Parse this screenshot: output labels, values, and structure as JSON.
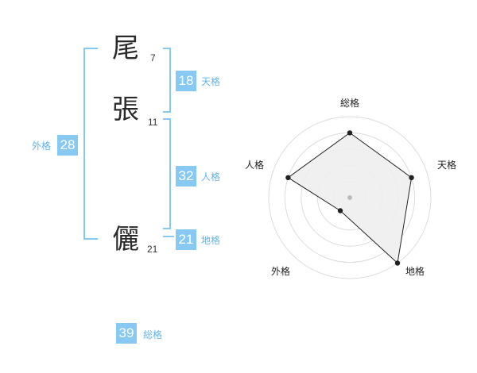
{
  "name": {
    "chars": [
      {
        "char": "尾",
        "strokes": "7"
      },
      {
        "char": "張",
        "strokes": "11"
      },
      {
        "char": "儷",
        "strokes": "21"
      }
    ]
  },
  "fortune": {
    "tenkaku": {
      "label": "天格",
      "value": "18"
    },
    "jinkaku": {
      "label": "人格",
      "value": "32"
    },
    "chikaku": {
      "label": "地格",
      "value": "21"
    },
    "gaikaku": {
      "label": "外格",
      "value": "28"
    },
    "soukaku": {
      "label": "総格",
      "value": "39"
    }
  },
  "chart_data": {
    "type": "radar",
    "axes": [
      "総格",
      "天格",
      "地格",
      "外格",
      "人格"
    ],
    "values": [
      4,
      4,
      5,
      1,
      4
    ],
    "rmax": 5,
    "rings": 5,
    "colors": {
      "ring": "#dddddd",
      "fill": "#eeeeee",
      "line": "#222222",
      "center": "#bbbbbb"
    }
  }
}
